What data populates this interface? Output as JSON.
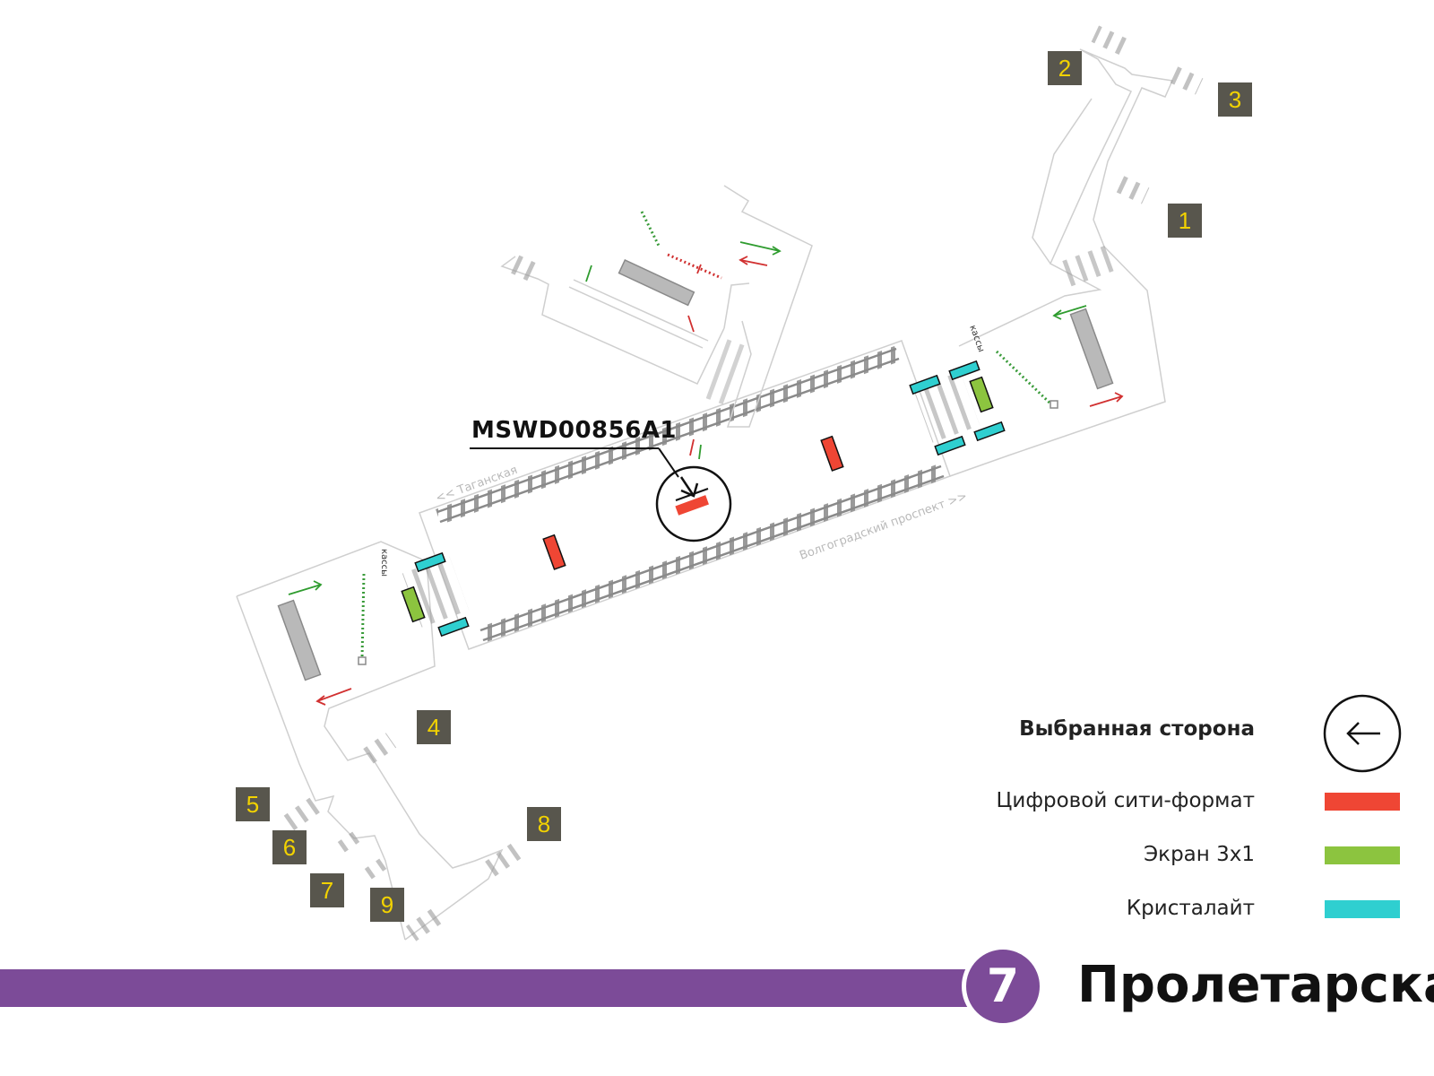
{
  "colors": {
    "line": "#7c4b98",
    "digital_city_format": "#ef4634",
    "screen_3x1": "#8cc43f",
    "crystalite": "#2fcfd0",
    "badge_bg": "#58564d",
    "badge_fg": "#f2d200"
  },
  "map": {
    "ad_id": "MSWD00856A1",
    "directions": {
      "left": "<< Таганская",
      "right": "Волгоградский проспект >>"
    },
    "cashier_label": "кассы",
    "exits": [
      "1",
      "2",
      "3",
      "4",
      "5",
      "6",
      "7",
      "8",
      "9"
    ]
  },
  "legend": {
    "selected_side": "Выбранная сторона",
    "selected_side_icon": "arrow-left-in-circle",
    "items": [
      {
        "label": "Цифровой сити-формат",
        "color": "#ef4634"
      },
      {
        "label": "Экран 3х1",
        "color": "#8cc43f"
      },
      {
        "label": "Кристалайт",
        "color": "#2fcfd0"
      }
    ]
  },
  "station": {
    "line_number": "7",
    "name": "Пролетарская"
  }
}
